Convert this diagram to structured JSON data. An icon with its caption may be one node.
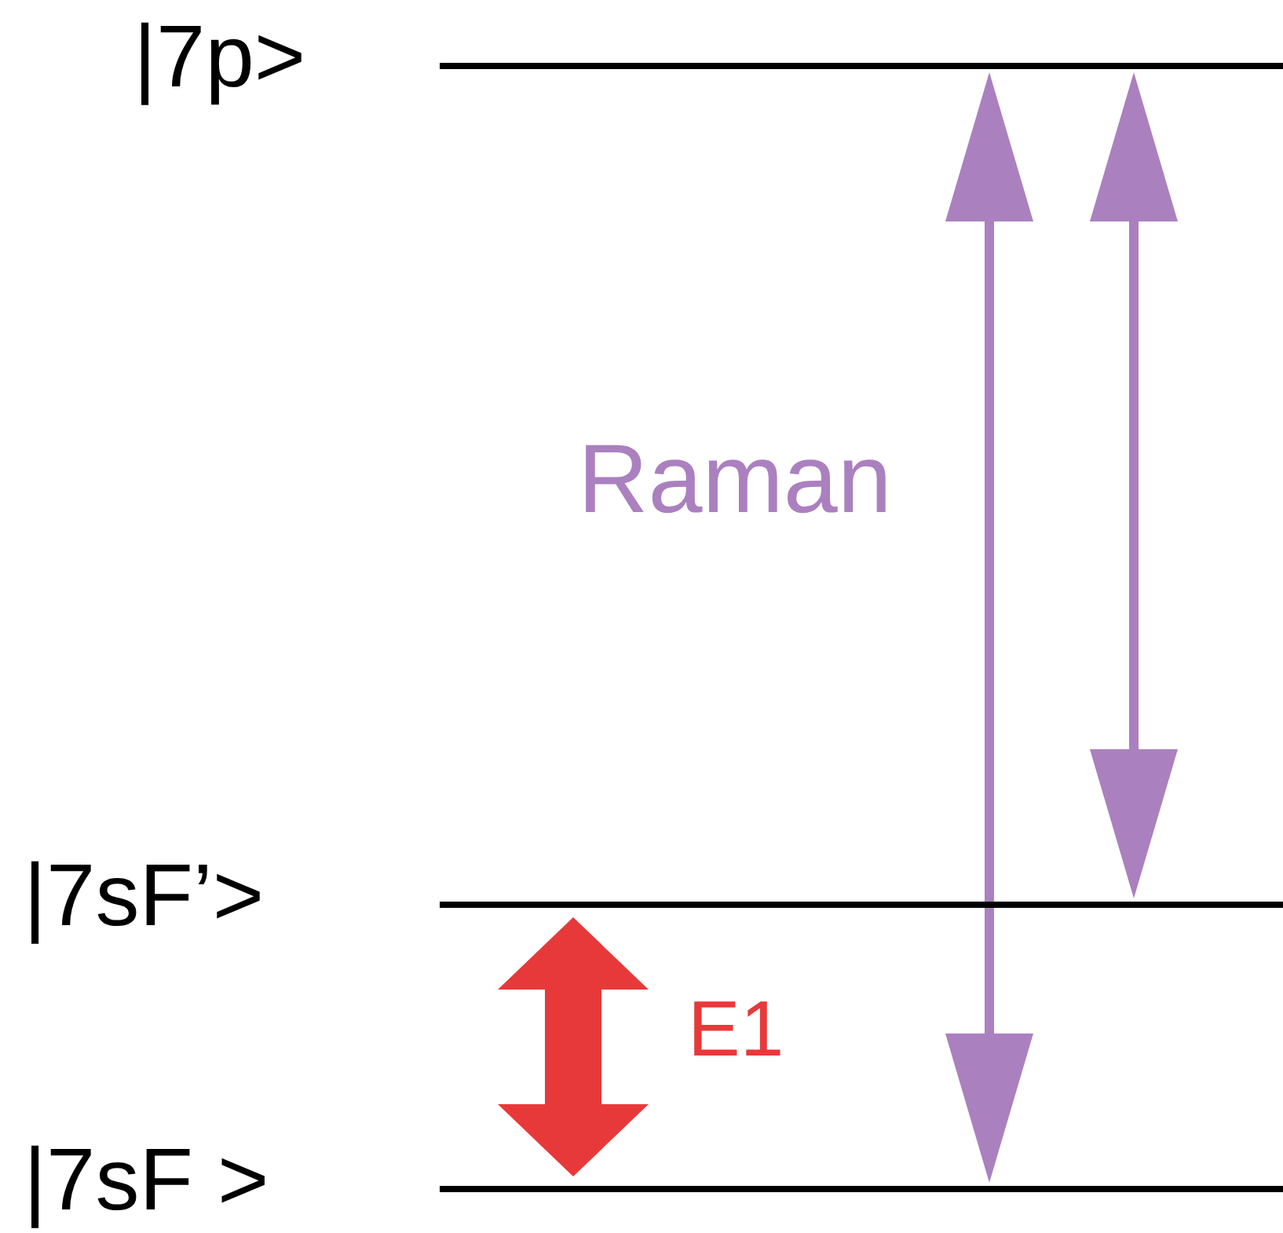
{
  "diagram": {
    "nodes": [
      {
        "text": [
          "|7p>"
        ]
      },
      {
        "text": [
          "|7sF’>"
        ]
      },
      {
        "text": [
          "|7sF >"
        ]
      }
    ],
    "edges": [
      {
        "from": 2,
        "to": 0,
        "arrow": "both",
        "label": "Raman"
      },
      {
        "from": 1,
        "to": 0,
        "arrow": "both"
      },
      {
        "from": 2,
        "to": 1,
        "arrow": "both",
        "label": "E1",
        "style": "thick",
        "color": "#e8393a"
      }
    ]
  }
}
